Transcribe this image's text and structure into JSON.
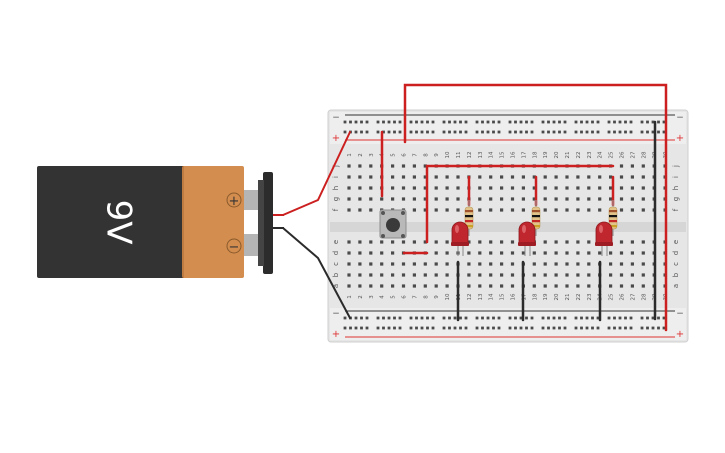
{
  "battery": {
    "label": "9V",
    "plus_symbol": "+",
    "minus_symbol": "−",
    "colors": {
      "body": "#333333",
      "cap": "#d38d4f",
      "clip": "#2c2c2c",
      "terminal": "#b5b5b5"
    }
  },
  "breadboard": {
    "rail_labels": {
      "minus": "−",
      "plus": "+"
    },
    "row_letters_top": [
      "j",
      "i",
      "h",
      "g",
      "f"
    ],
    "row_letters_bottom": [
      "e",
      "d",
      "c",
      "b",
      "a"
    ],
    "column_numbers": [
      "1",
      "2",
      "3",
      "4",
      "5",
      "6",
      "7",
      "8",
      "9",
      "10",
      "11",
      "12",
      "13",
      "14",
      "15",
      "16",
      "17",
      "18",
      "19",
      "20",
      "21",
      "22",
      "23",
      "24",
      "25",
      "26",
      "27",
      "28",
      "29",
      "30"
    ],
    "colors": {
      "board": "#e6e6e6",
      "hole": "#4a4a4a",
      "rail_red": "#d33",
      "rail_black": "#333333",
      "text": "#555555"
    }
  },
  "wires": {
    "red": "#cc2020",
    "black": "#2b2b2b"
  },
  "led_color": "#c0262d"
}
